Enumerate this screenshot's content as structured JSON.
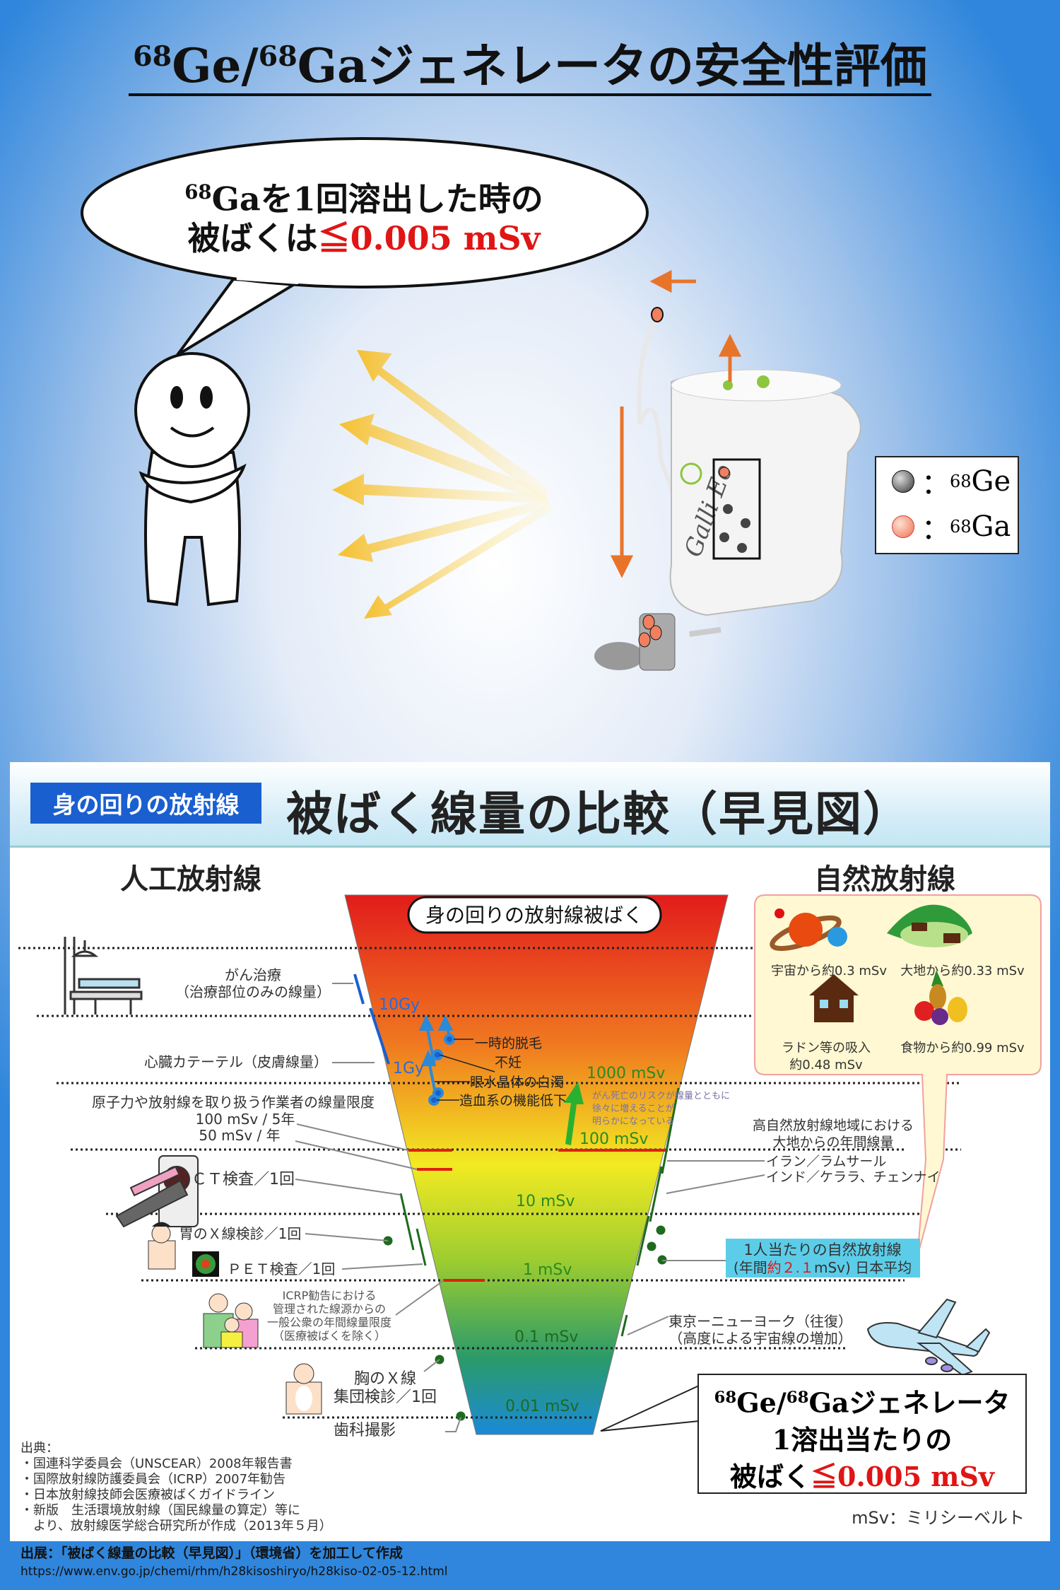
{
  "title": {
    "sup1": "68",
    "ge": "Ge/",
    "sup2": "68",
    "rest": "Gaジェネレータの安全性評価"
  },
  "bubble": {
    "sup": "68",
    "line1": "Gaを1回溶出した時の",
    "line2_prefix": "被ばくは",
    "line2_value": "≦0.005 mSv"
  },
  "legend": [
    {
      "sup": "68",
      "label": "Ge",
      "color": "#3a3a3a"
    },
    {
      "sup": "68",
      "label": "Ga",
      "color": "#f08060"
    }
  ],
  "product_label": "Galli Eo",
  "chart_panel": {
    "badge": "身の回りの放射線",
    "heading": "被ばく線量の比較（早見図）",
    "left_title": "人工放射線",
    "right_title": "自然放射線",
    "funnel_label": "身の回りの放射線被ばく",
    "scale": [
      "10Gy",
      "1Gy",
      "1000 mSv",
      "100 mSv",
      "10 mSv",
      "1 mSv",
      "0.1 mSv",
      "0.01 mSv"
    ],
    "effects": [
      "一時的脱毛",
      "不妊",
      "眼水晶体の白濁",
      "造血系の機能低下"
    ],
    "risk_note": [
      "がん死亡のリスクが線量とともに",
      "徐々に増えることが",
      "明らかになっている"
    ],
    "artificial": {
      "cancer": [
        "がん治療",
        "（治療部位のみの線量）"
      ],
      "cardiac": "心臓カテーテル（皮膚線量）",
      "worker": [
        "原子力や放射線を取り扱う作業者の線量限度",
        "100 mSv / 5年",
        "50 mSv / 年"
      ],
      "ct": "ＣＴ検査／1回",
      "stomach": "胃のＸ線検診／1回",
      "pet": "ＰＥＴ検査／1回",
      "icrp": [
        "ICRP勧告における",
        "管理された線源からの",
        "一般公衆の年間線量限度",
        "（医療被ばくを除く）"
      ],
      "chest": [
        "胸のＸ線",
        "集団検診／1回"
      ],
      "dental": "歯科撮影"
    },
    "natural": {
      "space": "宇宙から約0.3 mSv",
      "earth": "大地から約0.33 mSv",
      "radon": [
        "ラドン等の吸入",
        "約0.48 mSv"
      ],
      "food": "食物から約0.99 mSv",
      "high_area": [
        "高自然放射線地域における",
        "大地からの年間線量"
      ],
      "iran": "イラン／ラムサール",
      "india": "インド／ケララ、チェンナイ",
      "avg": {
        "line1": "1人当たりの自然放射線",
        "pre": "(年間",
        "val": "約２.１",
        "post": "mSv) 日本平均"
      },
      "flight": [
        "東京ーニューヨーク（往復）",
        "（高度による宇宙線の増加）"
      ]
    },
    "generator": {
      "sup1": "68",
      "ge": "Ge/",
      "sup2": "68",
      "line1": "Gaジェネレータ",
      "line2": "1溶出当たりの",
      "line3_prefix": "被ばく",
      "line3_value": "≦0.005 mSv"
    },
    "sources": [
      "出典：",
      "・国連科学委員会（UNSCEAR）2008年報告書",
      "・国際放射線防護委員会（ICRP）2007年勧告",
      "・日本放射線技師会医療被ばくガイドライン",
      "・新版　生活環境放射線（国民線量の算定）等に",
      "　より、放射線医学総合研究所が作成（2013年５月）"
    ],
    "unit_note": "mSv：ミリシーベルト"
  },
  "footer": {
    "source": "出展：「被ばく線量の比較（早見図）」（環境省）を加工して作成",
    "url": "https://www.env.go.jp/chemi/rhm/h28kisoshiryo/h28kiso-02-05-12.html"
  },
  "colors": {
    "accent_red": "#e01515",
    "badge_blue": "#1a5fd0",
    "arrow_orange": "#e8742a",
    "scale_green": "#2a8a20",
    "scale_blue": "#2a6ad8"
  }
}
